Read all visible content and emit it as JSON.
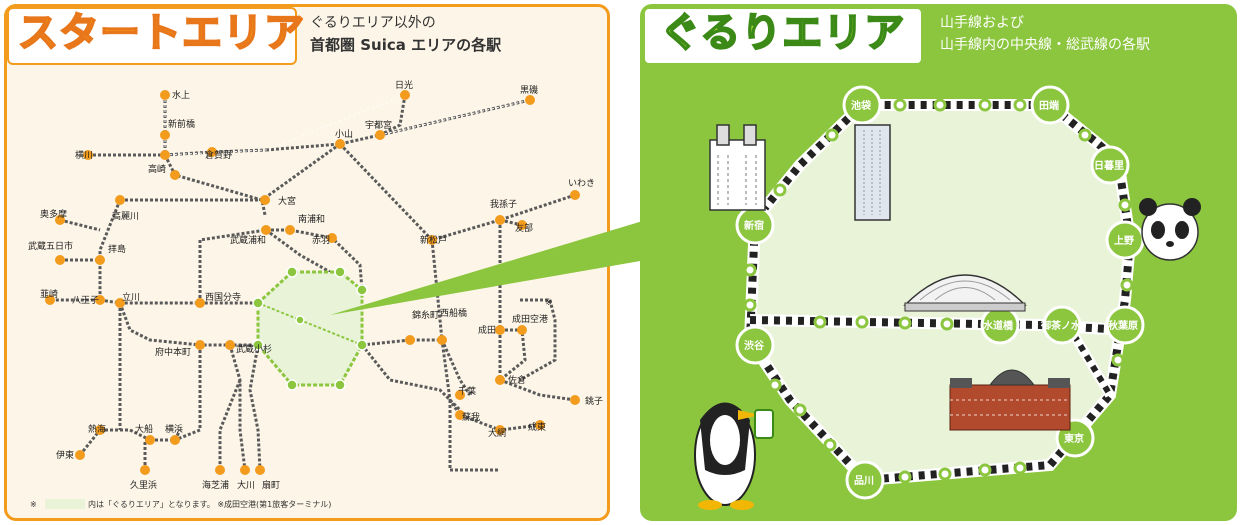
{
  "start_area": {
    "title": "スタートエリア",
    "description_line1": "ぐるりエリア以外の",
    "description_line2": "首都圏 Suica エリアの各駅",
    "stations": {
      "mizukami": "水上",
      "shinmaebashi": "新前橋",
      "yokokawa": "横川",
      "takasaki": "高崎",
      "kuragano": "倉賀野",
      "nikko": "日光",
      "kuroiso": "黒磯",
      "utsunomiya": "宇都宮",
      "oyama": "小山",
      "iwaki": "いわき",
      "omiya": "大宮",
      "minamiurawa": "南浦和",
      "musashiurawa": "武蔵浦和",
      "akabane": "赤羽",
      "takasakisen": "高麗川",
      "okutama": "奥多摩",
      "musashiitsukaichi": "武蔵五日市",
      "haijima": "拝島",
      "abiko": "我孫子",
      "tomobe": "友部",
      "shinmatsudo": "新松戸",
      "nirasaki": "韮崎",
      "hachioji": "八王子",
      "tachikawa": "立川",
      "nishikokubunji": "西国分寺",
      "fuchuhommachi": "府中本町",
      "musashikosugi": "武蔵小杉",
      "kinshicho": "錦糸町",
      "nishifunabashi": "西船橋",
      "narita": "成田",
      "naritaairport": "成田空港",
      "naritaairport_mark": "※",
      "sakura": "佐倉",
      "choshi": "銚子",
      "chiba": "千葉",
      "soga": "蘇我",
      "oami": "大網",
      "naruto": "成東",
      "atami": "熱海",
      "ofuna": "大船",
      "yokohama": "横浜",
      "ito": "伊東",
      "kurihama": "久里浜",
      "umishibaura": "海芝浦",
      "okawa": "大川",
      "ogimachi": "扇町"
    },
    "footnote_mark": "※",
    "footnote_text": "内は「ぐるりエリア」となります。 ※成田空港(第1旅客ターミナル)"
  },
  "loop_area": {
    "title": "ぐるりエリア",
    "description_line1": "山手線および",
    "description_line2": "山手線内の中央線・総武線の各駅",
    "stations": {
      "ikebukuro": "池袋",
      "tabata": "田端",
      "nippori": "日暮里",
      "ueno": "上野",
      "akihabara": "秋葉原",
      "ochanomizu": "御茶ノ水",
      "suidobashi": "水道橋",
      "tokyo": "東京",
      "shinagawa": "品川",
      "shibuya": "渋谷",
      "shinjuku": "新宿"
    }
  },
  "colors": {
    "start_accent": "#f29b1d",
    "start_bg": "#fdf6e8",
    "loop_green": "#8cc63f",
    "loop_fill": "#e8f3d8",
    "station_orange": "#f29b1d",
    "station_green": "#8cc63f"
  },
  "icons": [
    "skyscraper-icon",
    "tall-building-icon",
    "dome-stadium-icon",
    "tokyo-station-icon",
    "panda-mascot-icon",
    "penguin-mascot-icon",
    "callout-arrow-icon"
  ]
}
